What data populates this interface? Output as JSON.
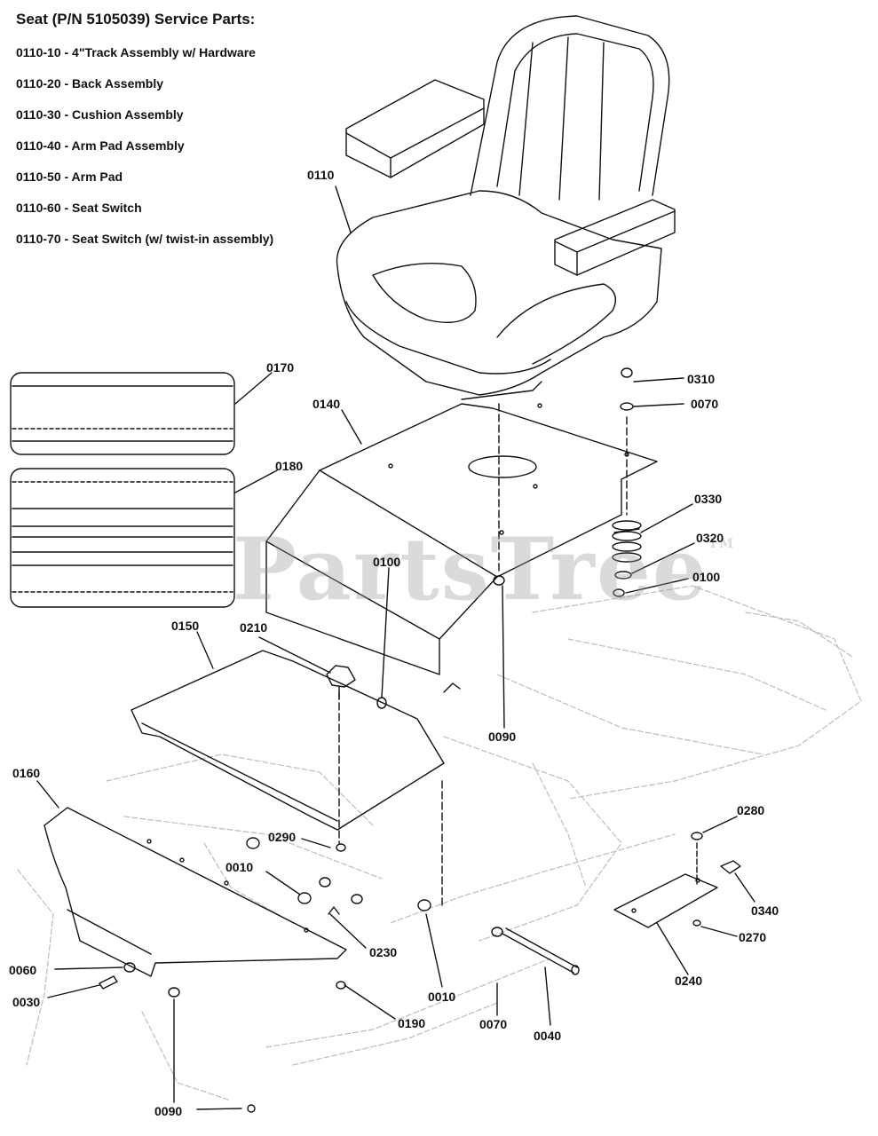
{
  "title": "Seat (P/N 5105039) Service Parts:",
  "service_parts": [
    "0110-10 - 4\"Track Assembly w/ Hardware",
    "0110-20 - Back Assembly",
    "0110-30 - Cushion Assembly",
    "0110-40 - Arm Pad Assembly",
    "0110-50 - Arm Pad",
    "0110-60 - Seat Switch",
    "0110-70 - Seat Switch (w/ twist-in assembly)"
  ],
  "watermark": "PartsTree",
  "watermark_tm": "TM",
  "callouts": {
    "c0110": "0110",
    "c0170": "0170",
    "c0140": "0140",
    "c0180": "0180",
    "c0310": "0310",
    "c0070a": "0070",
    "c0330": "0330",
    "c0320": "0320",
    "c0100a": "0100",
    "c0100b": "0100",
    "c0150": "0150",
    "c0210": "0210",
    "c0090a": "0090",
    "c0160": "0160",
    "c0290": "0290",
    "c0280": "0280",
    "c0010a": "0010",
    "c0340": "0340",
    "c0270": "0270",
    "c0230": "0230",
    "c0060": "0060",
    "c0030": "0030",
    "c0010b": "0010",
    "c0240": "0240",
    "c0190": "0190",
    "c0070b": "0070",
    "c0040": "0040",
    "c0090b": "0090"
  }
}
